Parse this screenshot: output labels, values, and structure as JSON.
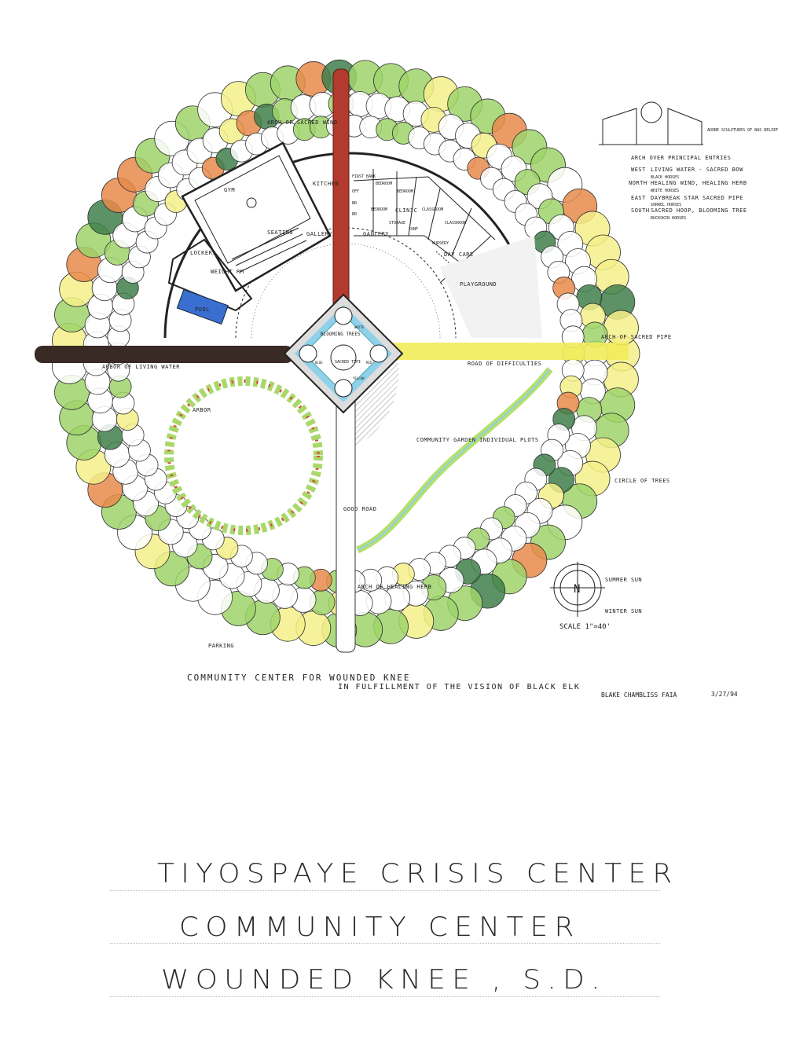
{
  "plan": {
    "arch_labels": {
      "north": "ARCH OF SACRED WIND",
      "east": "ARCH OF SACRED PIPE",
      "west": "ARBOR OF LIVING WATER",
      "south": "ARCH OF HEALING HERB"
    },
    "roads": {
      "east": "ROAD OF DIFFICULTIES",
      "south": "GOOD ROAD"
    },
    "rooms": [
      "GYM",
      "KITCHEN",
      "SEATING",
      "GALLERY",
      "GALLERY",
      "LOCKERS",
      "WEIGHT RM",
      "POOL",
      "FIRST BANK",
      "OFF",
      "BR",
      "BR",
      "BEDROOM",
      "BEDROOM",
      "BEDROOM",
      "CLINIC",
      "STORAGE",
      "CONF",
      "CLASSROOM",
      "CLASSROOM",
      "NURSERY",
      "DAY CARE",
      "PLAYGROUND"
    ],
    "center": {
      "title": "BLOOMING TREES",
      "tipi": "SACRED TIPI",
      "trees": [
        "WHITE",
        "RED",
        "BLUE",
        "YELLOW"
      ]
    },
    "arbor": "ARBOR",
    "garden": "COMMUNITY GARDEN INDIVIDUAL PLOTS",
    "circle_trees": "CIRCLE OF TREES",
    "parking": "PARKING",
    "sun": {
      "summer": "SUMMER SUN",
      "winter": "WINTER SUN"
    },
    "north_letter": "N",
    "scale": "SCALE 1\"=40'"
  },
  "legend": {
    "sculpture_note": "ADOBE SCULPTURES OF BAS RELIEF",
    "heading": "ARCH OVER PRINCIPAL ENTRIES",
    "entries": [
      {
        "dir": "WEST",
        "text": "LIVING WATER - SACRED BOW",
        "text2": "BLACK HORSES"
      },
      {
        "dir": "NORTH",
        "text": "HEALING WIND, HEALING HERB",
        "text2": "WHITE HORSES"
      },
      {
        "dir": "EAST",
        "text": "DAYBREAK STAR SACRED PIPE",
        "text2": "SORREL HORSES"
      },
      {
        "dir": "SOUTH",
        "text": "SACRED HOOP, BLOOMING TREE",
        "text2": "BUCKSKIN HORSES"
      }
    ]
  },
  "caption": {
    "line1": "COMMUNITY CENTER FOR WOUNDED KNEE",
    "line2": "IN FULFILLMENT OF THE VISION OF BLACK ELK",
    "author": "BLAKE CHAMBLISS FAIA",
    "date": "3/27/94"
  },
  "title_block": {
    "line1": "TIYOSPAYE CRISIS CENTER",
    "line2": "COMMUNITY CENTER",
    "line3": "WOUNDED KNEE , S.D."
  },
  "colors": {
    "red_road": "#b23a2e",
    "black_road": "#3a2a25",
    "yellow_road": "#f2ec5a",
    "water": "#8fd0ea",
    "pool": "#3a6fd0",
    "tree_green": "#9fd36a",
    "tree_orange": "#e88a4a",
    "tree_dark": "#3f7f4a",
    "tree_yellow": "#f4f08a"
  }
}
